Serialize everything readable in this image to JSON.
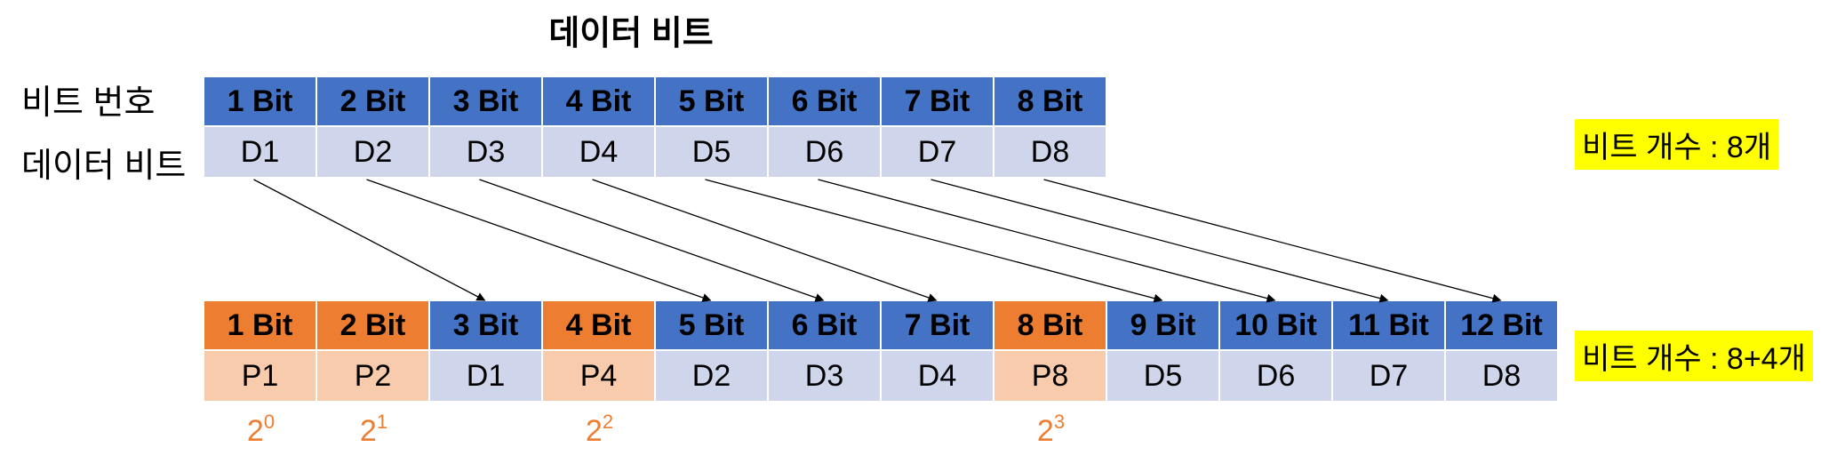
{
  "title": "데이터 비트",
  "labels": {
    "bit_number": "비트 번호",
    "data_bits": "데이터 비트"
  },
  "top_table": {
    "headers": [
      "1 Bit",
      "2 Bit",
      "3 Bit",
      "4 Bit",
      "5 Bit",
      "6 Bit",
      "7 Bit",
      "8 Bit"
    ],
    "cells": [
      "D1",
      "D2",
      "D3",
      "D4",
      "D5",
      "D6",
      "D7",
      "D8"
    ],
    "count_label": "비트 개수 : 8개"
  },
  "bottom_table": {
    "headers": [
      "1 Bit",
      "2 Bit",
      "3 Bit",
      "4 Bit",
      "5 Bit",
      "6 Bit",
      "7 Bit",
      "8 Bit",
      "9 Bit",
      "10 Bit",
      "11 Bit",
      "12 Bit"
    ],
    "cells": [
      "P1",
      "P2",
      "D1",
      "P4",
      "D2",
      "D3",
      "D4",
      "P8",
      "D5",
      "D6",
      "D7",
      "D8"
    ],
    "parity_positions": [
      1,
      2,
      4,
      8
    ],
    "count_label": "비트 개수 : 8+4개"
  },
  "powers": [
    {
      "base": "2",
      "exp": "0",
      "position": 1
    },
    {
      "base": "2",
      "exp": "1",
      "position": 2
    },
    {
      "base": "2",
      "exp": "2",
      "position": 4
    },
    {
      "base": "2",
      "exp": "3",
      "position": 8
    }
  ],
  "mapping": [
    {
      "from": 1,
      "to": 3
    },
    {
      "from": 2,
      "to": 5
    },
    {
      "from": 3,
      "to": 6
    },
    {
      "from": 4,
      "to": 7
    },
    {
      "from": 5,
      "to": 9
    },
    {
      "from": 6,
      "to": 10
    },
    {
      "from": 7,
      "to": 11
    },
    {
      "from": 8,
      "to": 12
    }
  ],
  "colors": {
    "data_header": "#4472c4",
    "parity_header": "#ed7d31",
    "data_cell": "#cfd5ea",
    "parity_cell": "#f8cbad",
    "highlight": "#ffff00",
    "power_text": "#ed7d31"
  }
}
